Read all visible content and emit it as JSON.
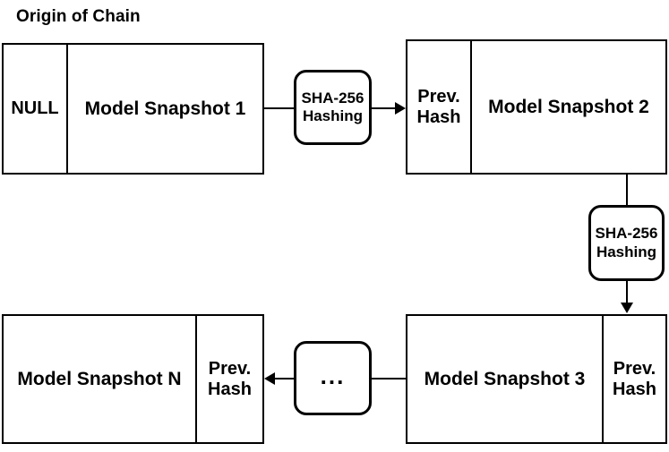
{
  "diagram": {
    "title": "Origin of Chain",
    "blocks": [
      {
        "id": "block-1",
        "left_cell": "NULL",
        "right_cell": "Model Snapshot 1"
      },
      {
        "id": "block-2",
        "left_cell": "Prev.\nHash",
        "right_cell": "Model Snapshot 2"
      },
      {
        "id": "block-3",
        "left_cell": "Model Snapshot 3",
        "right_cell": "Prev.\nHash"
      },
      {
        "id": "block-n",
        "left_cell": "Model Snapshot N",
        "right_cell": "Prev.\nHash"
      }
    ],
    "processes": [
      {
        "id": "hash-1",
        "label": "SHA-256\nHashing"
      },
      {
        "id": "hash-2",
        "label": "SHA-256\nHashing"
      },
      {
        "id": "continuation",
        "label": "..."
      }
    ],
    "colors": {
      "stroke": "#000000",
      "fill": "#ffffff",
      "text": "#000000"
    }
  }
}
